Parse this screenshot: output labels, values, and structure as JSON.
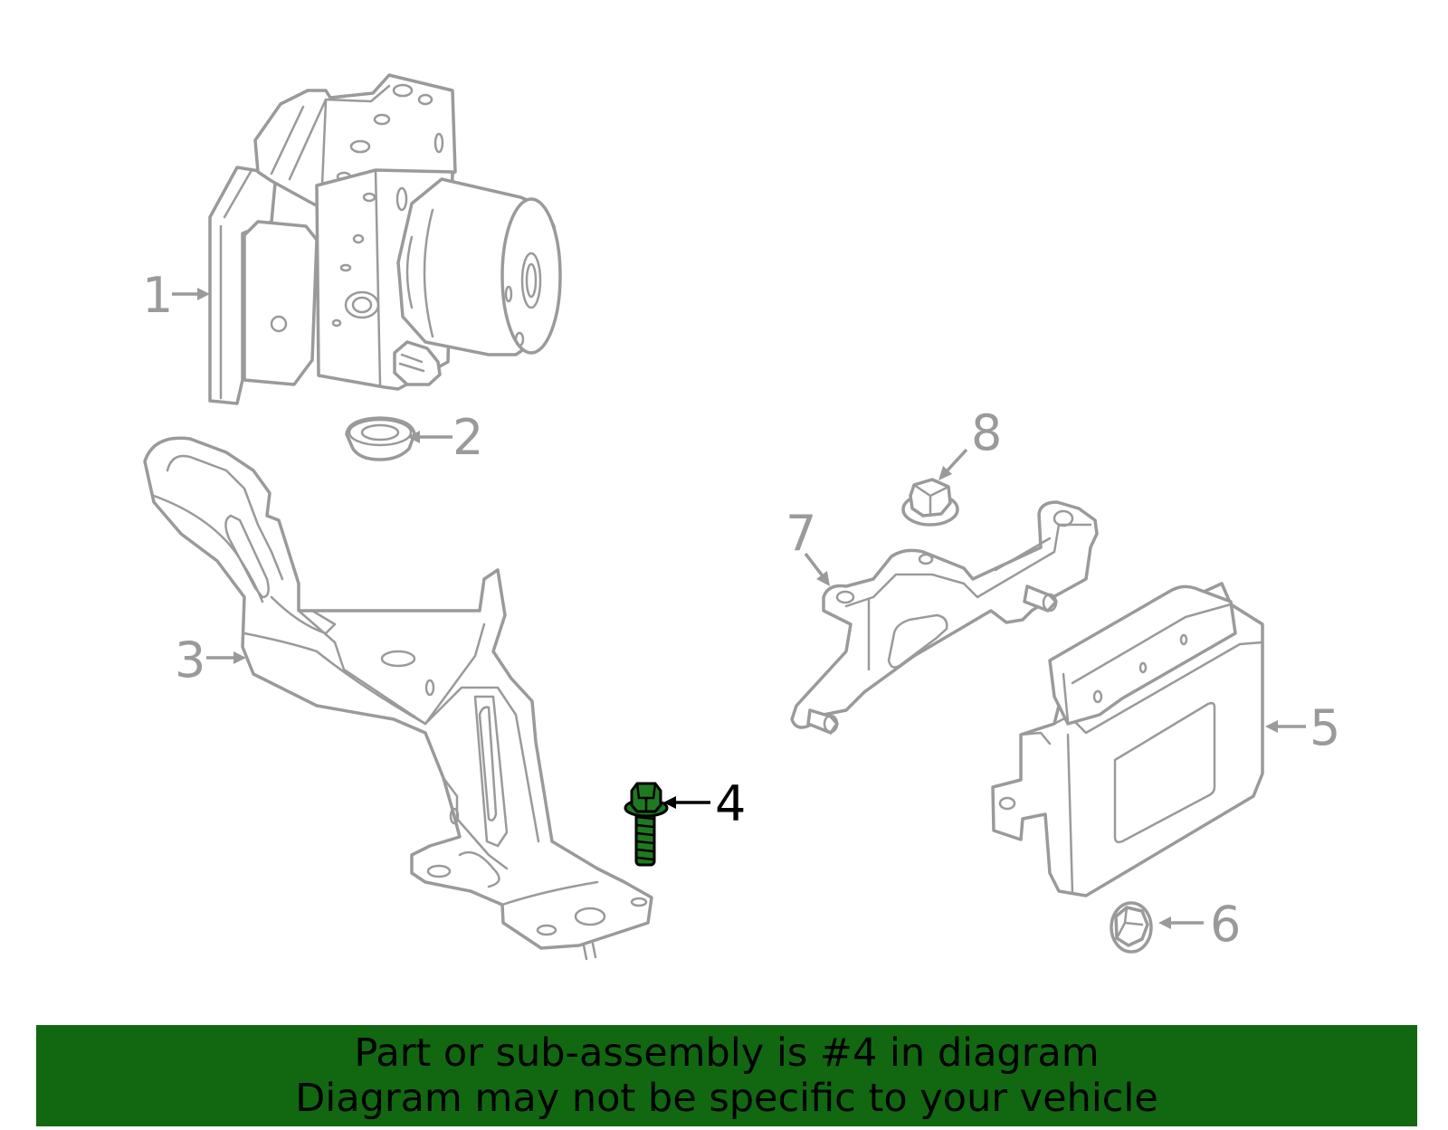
{
  "callouts": {
    "c1": "1",
    "c2": "2",
    "c3": "3",
    "c4": "4",
    "c5": "5",
    "c6": "6",
    "c7": "7",
    "c8": "8"
  },
  "highlighted_part": "4",
  "colors": {
    "outline": "#9a9a9a",
    "highlight_fill": "#1f7a1f",
    "banner": "#116811",
    "active_label": "#000000"
  },
  "footer": {
    "line1": "Part or sub-assembly is #4 in diagram",
    "line2": "Diagram may not be specific to your vehicle"
  }
}
